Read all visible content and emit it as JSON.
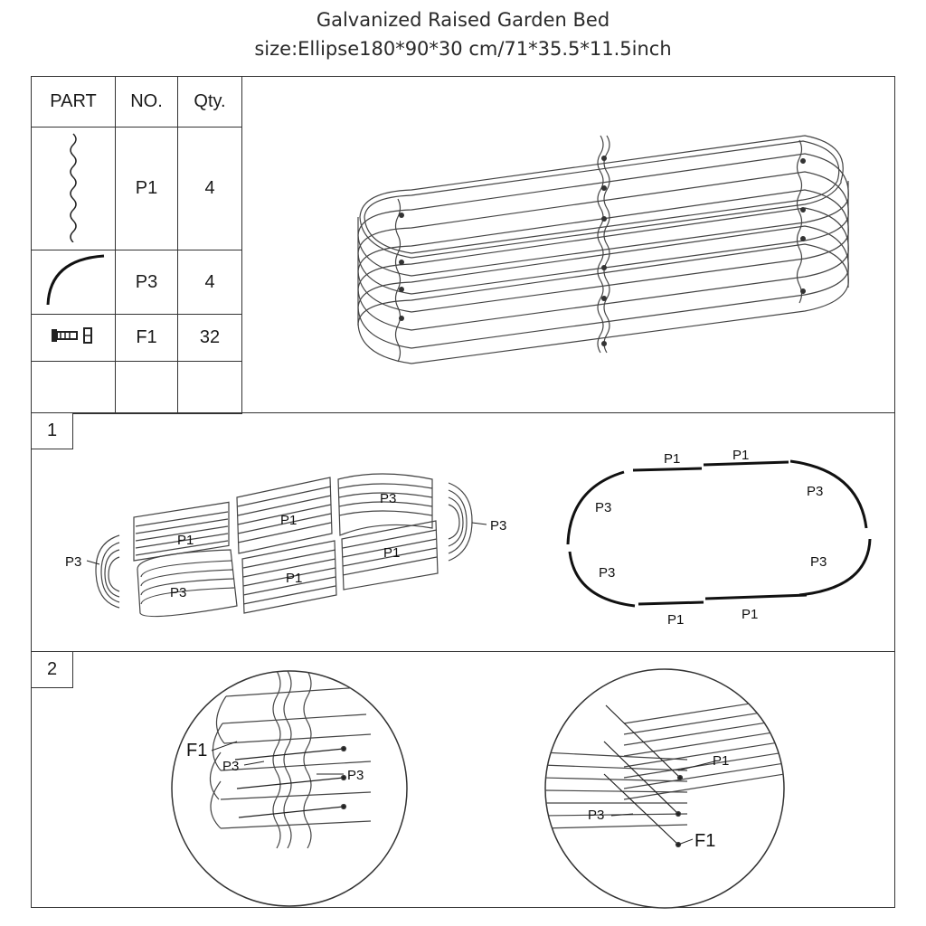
{
  "title": "Galvanized Raised Garden Bed",
  "size_line": "size:Ellipse180*90*30 cm/71*35.5*11.5inch",
  "parts_table": {
    "headers": [
      "PART",
      "NO.",
      "Qty."
    ],
    "rows": [
      {
        "icon": "wavy-panel-icon",
        "no": "P1",
        "qty": "4"
      },
      {
        "icon": "curved-panel-icon",
        "no": "P3",
        "qty": "4"
      },
      {
        "icon": "bolt-nut-icon",
        "no": "F1",
        "qty": "32"
      }
    ]
  },
  "steps": [
    {
      "number": "1",
      "exploded_labels": [
        "P3",
        "P1",
        "P3",
        "P1",
        "P1",
        "P3",
        "P1",
        "P3"
      ],
      "layout_labels": [
        "P1",
        "P1",
        "P3",
        "P3",
        "P3",
        "P3",
        "P1",
        "P1"
      ]
    },
    {
      "number": "2",
      "detail_left_labels": [
        "F1",
        "P3",
        "P3"
      ],
      "detail_right_labels": [
        "P1",
        "P3",
        "F1"
      ]
    }
  ]
}
